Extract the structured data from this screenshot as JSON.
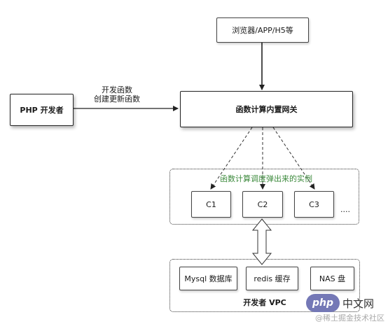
{
  "nodes": {
    "browser": "浏览器/APP/H5等",
    "gateway": "函数计算内置网关",
    "php_dev": "PHP 开发者",
    "c1": "C1",
    "c2": "C2",
    "c3": "C3",
    "ellipsis": "....",
    "mysql": "Mysql 数据库",
    "redis": "redis 缓存",
    "nas": "NAS 盘"
  },
  "edge_labels": {
    "dev_line1": "开发函数",
    "dev_line2": "创建更新函数"
  },
  "groups": {
    "instances_title": "函数计算调度弹出来的实例",
    "vpc_title": "开发者 VPC"
  },
  "watermark": {
    "logo_text": "php",
    "site_text": "中文网",
    "credit": "@稀土掘金技术社区"
  },
  "colors": {
    "instances_title": "#3c8a3c",
    "watermark_logo_bg": "#7478b6"
  }
}
